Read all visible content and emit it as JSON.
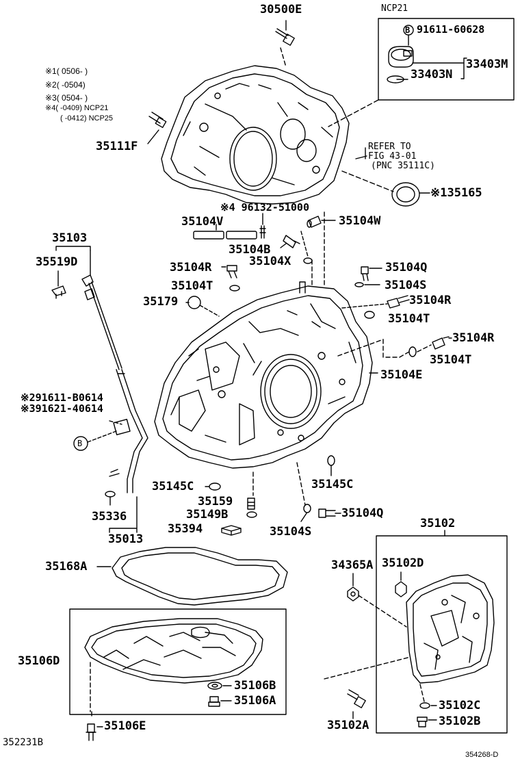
{
  "labels": {
    "p30500E": "30500E",
    "p35111F": "35111F",
    "ncp21": "NCP21",
    "p91611_60628": "91611-60628",
    "p33403M": "33403M",
    "p33403N": "33403N",
    "refer1": "REFER TO",
    "refer2": "FIG 43-01",
    "refer3": "(PNC 35111C)",
    "p135165": "※135165",
    "p96132": "※4 96132-51000",
    "p35104V": "35104V",
    "p35104W": "35104W",
    "p35103": "35103",
    "p35519D": "35519D",
    "p35104B": "35104B",
    "p35104X": "35104X",
    "p35104R_1": "35104R",
    "p35104Q_1": "35104Q",
    "p35104T_1": "35104T",
    "p35104S_1": "35104S",
    "p35179": "35179",
    "p35104R_2": "35104R",
    "p35104T_2": "35104T",
    "p35104R_3": "35104R",
    "p35104T_3": "35104T",
    "p35104E": "35104E",
    "p91611_B0614": "※291611-B0614",
    "p91621_40614": "※391621-40614",
    "p35145C_1": "35145C",
    "p35145C_2": "35145C",
    "p35159": "35159",
    "p35149B": "35149B",
    "p35104Q_2": "35104Q",
    "p35336": "35336",
    "p35394": "35394",
    "p35104S_2": "35104S",
    "p35013": "35013",
    "p35102": "35102",
    "p35168A": "35168A",
    "p34365A": "34365A",
    "p35102D": "35102D",
    "p35106D": "35106D",
    "p35106B": "35106B",
    "p35106A": "35106A",
    "p35102C": "35102C",
    "p35102B": "35102B",
    "p35106E": "35106E",
    "p35102A": "35102A",
    "p352231B": "352231B",
    "doc_id": "354268-D",
    "marker_b": "B"
  },
  "notes": {
    "n1": "※1( 0506-           )",
    "n2": "※2(          -0504)",
    "n3": "※3( 0504-           )",
    "n4": "※4(          -0409)  NCP21",
    "n5": "(          -0412)  NCP25"
  }
}
